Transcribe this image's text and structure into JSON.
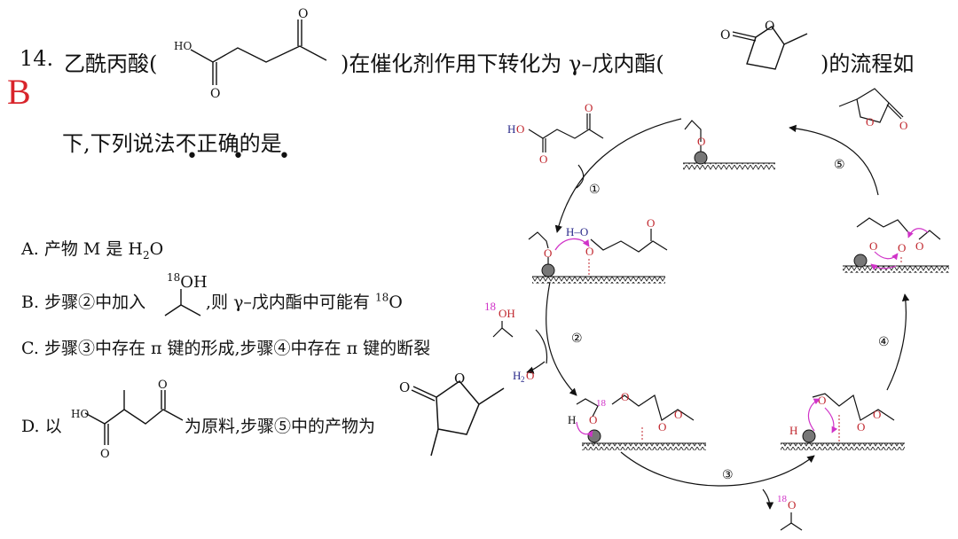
{
  "question": {
    "number": "14.",
    "title_part1": "乙酰丙酸(",
    "title_part2": ")在催化剂作用下转化为 γ–戊内酯(",
    "title_part3": ")的流程如",
    "title_line2": "下,下列说法",
    "title_emph": "不正确",
    "title_end": "的是",
    "emph_dots": "• • •",
    "answer": "B"
  },
  "options": {
    "a": {
      "label": "A.",
      "text": "产物 M 是 H",
      "sub": "2",
      "tail": "O"
    },
    "b": {
      "label": "B.",
      "text1": "步骤②中加入",
      "sup_label": "18",
      "oh": "OH",
      "text2": ",则 γ–戊内酯中可能有 ",
      "sup2": "18",
      "tail": "O"
    },
    "c": {
      "label": "C.",
      "text": "步骤③中存在 π 键的形成,步骤④中存在 π 键的断裂"
    },
    "d": {
      "label": "D.",
      "text1": "以",
      "ho": "HO",
      "text2": "为原料,步骤⑤中的产物为"
    }
  },
  "diagram": {
    "ho": "HO",
    "o": "O",
    "h": "H",
    "h_o": "H–O",
    "iso": "18",
    "oh": "OH",
    "h2o_h": "H",
    "h2o_sub": "2",
    "h2o_o": "O",
    "steps": [
      "①",
      "②",
      "③",
      "④",
      "⑤"
    ]
  }
}
